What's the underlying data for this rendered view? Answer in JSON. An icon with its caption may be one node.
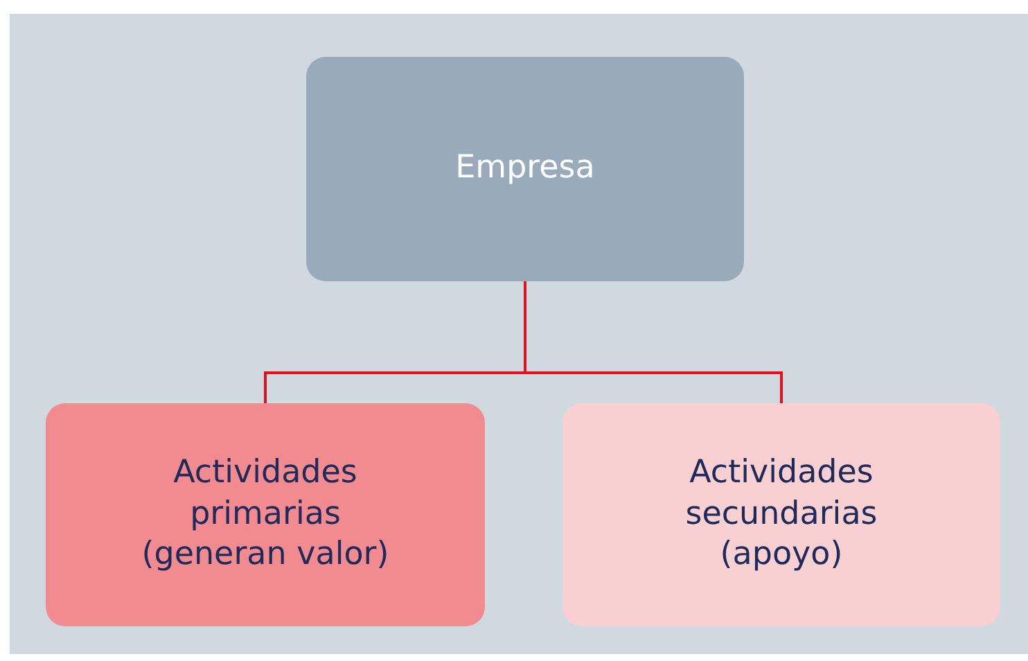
{
  "diagram": {
    "nodes": [
      {
        "text": [
          "Empresa"
        ]
      },
      {
        "text": [
          "Actividades primarias (generan valor)"
        ]
      },
      {
        "text": [
          "Actividades secundarias (apoyo)"
        ]
      }
    ],
    "edges": [
      {
        "from": 0,
        "to": 1,
        "arrow": "none"
      },
      {
        "from": 0,
        "to": 2,
        "arrow": "none"
      }
    ]
  }
}
